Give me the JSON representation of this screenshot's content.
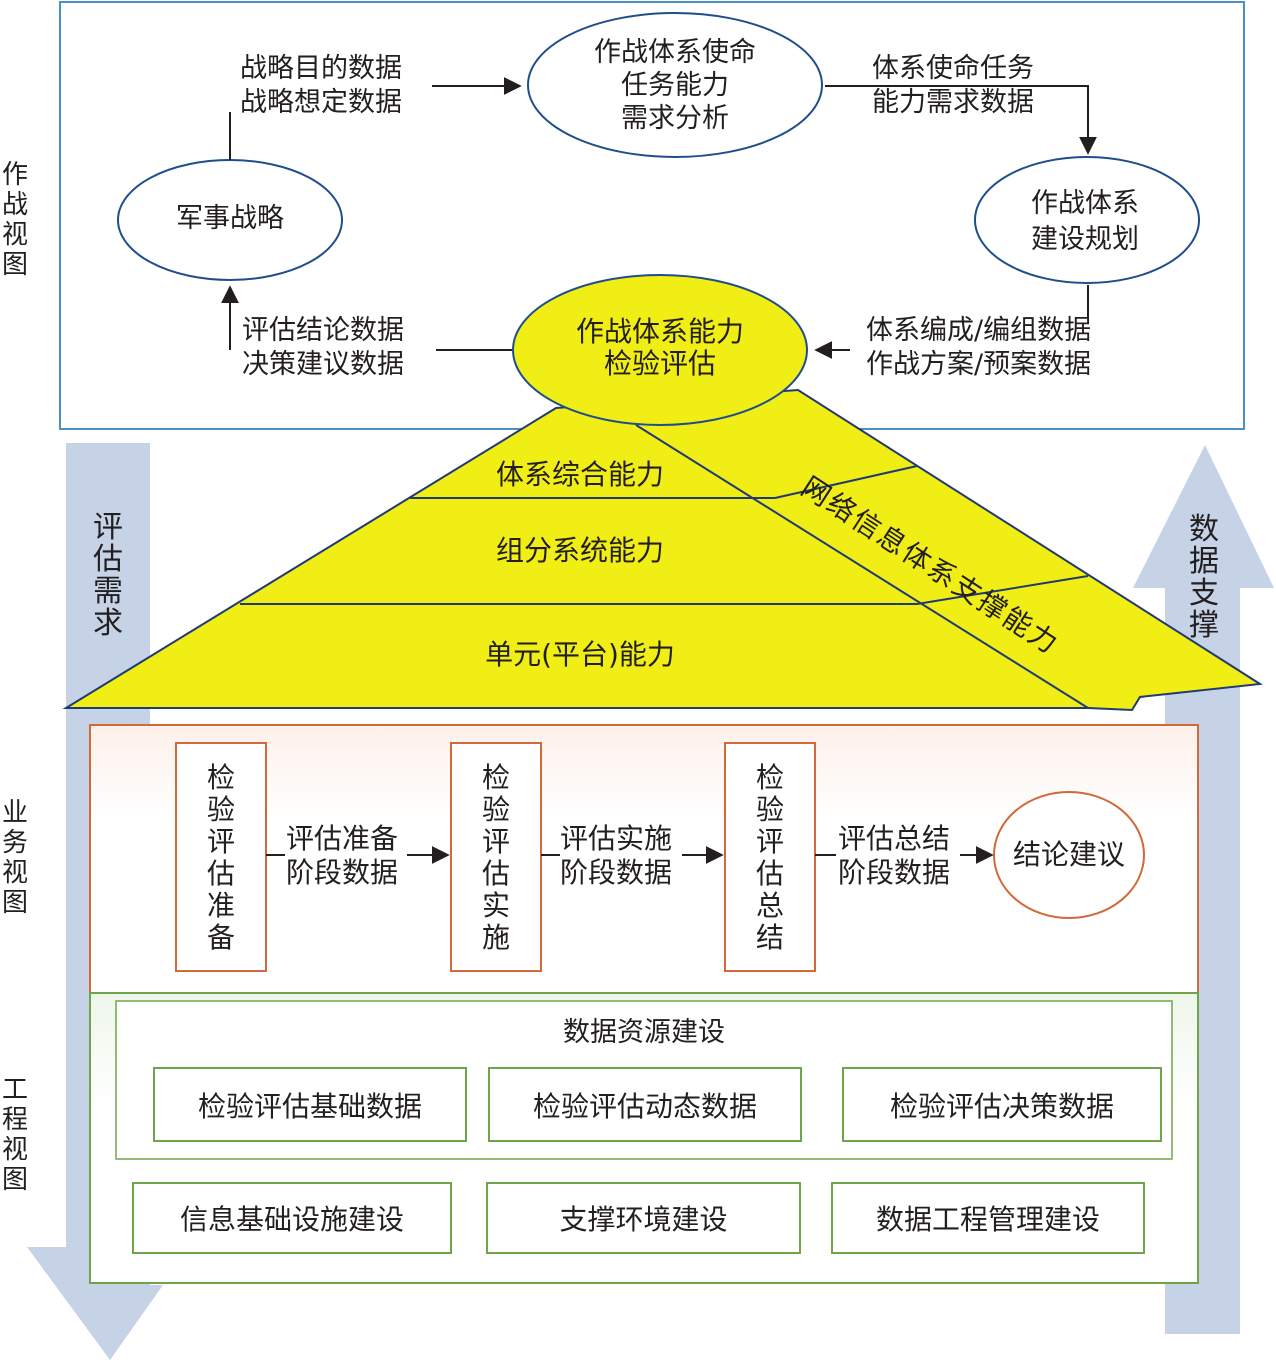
{
  "views": {
    "combat": "作战视图",
    "business": "业务视图",
    "engineering": "工程视图"
  },
  "top": {
    "military_strategy": "军事战略",
    "mission_analysis": [
      "作战体系使命",
      "任务能力",
      "需求分析"
    ],
    "construction_plan": [
      "作战体系",
      "建设规划"
    ],
    "capability_eval": [
      "作战体系能力",
      "检验评估"
    ],
    "strategy_data": [
      "战略目的数据",
      "战略想定数据"
    ],
    "mission_data": [
      "体系使命任务",
      "能力需求数据"
    ],
    "org_data": [
      "体系编成/编组数据",
      "作战方案/预案数据"
    ],
    "conclusion_data": [
      "评估结论数据",
      "决策建议数据"
    ]
  },
  "pyramid": {
    "level1": "体系综合能力",
    "level2": "组分系统能力",
    "level3": "单元(平台)能力",
    "side": "网络信息体系支撑能力"
  },
  "arrows": {
    "left": "评估需求",
    "right": "数据支撑"
  },
  "business": {
    "prep": "检验评估准备",
    "impl": "检验评估实施",
    "summary": "检验评估总结",
    "prep_data": [
      "评估准备",
      "阶段数据"
    ],
    "impl_data": [
      "评估实施",
      "阶段数据"
    ],
    "summary_data": [
      "评估总结",
      "阶段数据"
    ],
    "conclusion": "结论建议"
  },
  "engineering": {
    "data_resource": "数据资源建设",
    "basic_data": "检验评估基础数据",
    "dynamic_data": "检验评估动态数据",
    "decision_data": "检验评估决策数据",
    "infra": "信息基础设施建设",
    "support_env": "支撑环境建设",
    "data_mgmt": "数据工程管理建设"
  },
  "colors": {
    "top_border": "#4a90c2",
    "ellipse_border": "#1f4e8c",
    "pyramid_fill": "#f0ee14",
    "pyramid_stroke": "#1f3a75",
    "big_arrow": "#c6d3e6",
    "business_border": "#d2693a",
    "engineering_border": "#6fa54a"
  }
}
